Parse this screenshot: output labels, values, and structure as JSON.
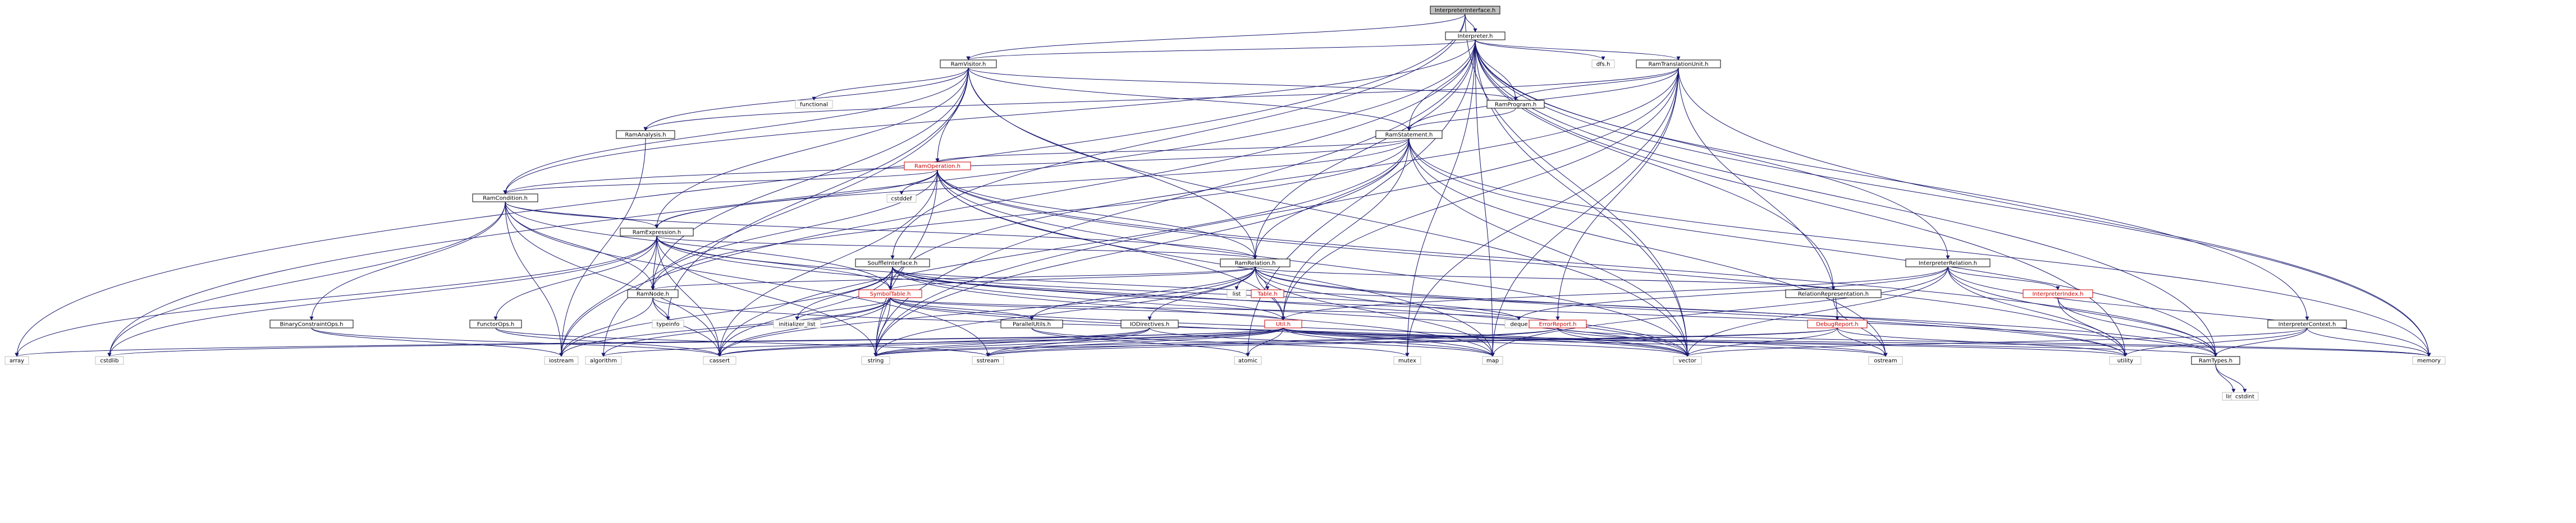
{
  "colors": {
    "edge": "#191970",
    "root_fill": "#bfbfbf",
    "node_border": "#000000",
    "system_border": "#bfbfbf",
    "red_text": "#cc0000",
    "text": "#000000"
  },
  "nodes": [
    {
      "id": "n0",
      "label": "InterpreterInterface.h",
      "kind": "root"
    },
    {
      "id": "n1",
      "label": "Interpreter.h",
      "kind": "local"
    },
    {
      "id": "n2",
      "label": "RamVisitor.h",
      "kind": "local"
    },
    {
      "id": "n3",
      "label": "RamTranslationUnit.h",
      "kind": "local"
    },
    {
      "id": "n4",
      "label": "dfs.h",
      "kind": "system"
    },
    {
      "id": "n5",
      "label": "functional",
      "kind": "system"
    },
    {
      "id": "n6",
      "label": "RamProgram.h",
      "kind": "local"
    },
    {
      "id": "n7",
      "label": "RamAnalysis.h",
      "kind": "local"
    },
    {
      "id": "n8",
      "label": "RamStatement.h",
      "kind": "local"
    },
    {
      "id": "n9",
      "label": "RamOperation.h",
      "kind": "truncated"
    },
    {
      "id": "n10",
      "label": "cstddef",
      "kind": "system"
    },
    {
      "id": "n11",
      "label": "RamCondition.h",
      "kind": "local"
    },
    {
      "id": "n12",
      "label": "RamExpression.h",
      "kind": "local"
    },
    {
      "id": "n13",
      "label": "RamRelation.h",
      "kind": "local"
    },
    {
      "id": "n14",
      "label": "SouffleInterface.h",
      "kind": "local"
    },
    {
      "id": "n15",
      "label": "InterpreterRelation.h",
      "kind": "local"
    },
    {
      "id": "n16",
      "label": "list",
      "kind": "system"
    },
    {
      "id": "n17",
      "label": "Table.h",
      "kind": "truncated"
    },
    {
      "id": "n18",
      "label": "SymbolTable.h",
      "kind": "truncated"
    },
    {
      "id": "n19",
      "label": "RamNode.h",
      "kind": "local"
    },
    {
      "id": "n20",
      "label": "typeinfo",
      "kind": "system"
    },
    {
      "id": "n21",
      "label": "BinaryConstraintOps.h",
      "kind": "local"
    },
    {
      "id": "n22",
      "label": "FunctorOps.h",
      "kind": "local"
    },
    {
      "id": "n23",
      "label": "initializer_list",
      "kind": "system"
    },
    {
      "id": "n24",
      "label": "ParallelUtils.h",
      "kind": "local"
    },
    {
      "id": "n25",
      "label": "Util.h",
      "kind": "truncated"
    },
    {
      "id": "n26",
      "label": "IODirectives.h",
      "kind": "local"
    },
    {
      "id": "n27",
      "label": "deque",
      "kind": "system"
    },
    {
      "id": "n28",
      "label": "RelationRepresentation.h",
      "kind": "local"
    },
    {
      "id": "n29",
      "label": "InterpreterIndex.h",
      "kind": "truncated"
    },
    {
      "id": "n30",
      "label": "ErrorReport.h",
      "kind": "truncated"
    },
    {
      "id": "n31",
      "label": "DebugReport.h",
      "kind": "truncated"
    },
    {
      "id": "n32",
      "label": "InterpreterContext.h",
      "kind": "local"
    },
    {
      "id": "n33",
      "label": "RamTypes.h",
      "kind": "local"
    },
    {
      "id": "n34",
      "label": "array",
      "kind": "system"
    },
    {
      "id": "n35",
      "label": "cstdlib",
      "kind": "system"
    },
    {
      "id": "n36",
      "label": "iostream",
      "kind": "system"
    },
    {
      "id": "n37",
      "label": "algorithm",
      "kind": "system"
    },
    {
      "id": "n38",
      "label": "cassert",
      "kind": "system"
    },
    {
      "id": "n39",
      "label": "string",
      "kind": "system"
    },
    {
      "id": "n40",
      "label": "sstream",
      "kind": "system"
    },
    {
      "id": "n41",
      "label": "atomic",
      "kind": "system"
    },
    {
      "id": "n42",
      "label": "mutex",
      "kind": "system"
    },
    {
      "id": "n43",
      "label": "map",
      "kind": "system"
    },
    {
      "id": "n44",
      "label": "vector",
      "kind": "system"
    },
    {
      "id": "n45",
      "label": "ostream",
      "kind": "system"
    },
    {
      "id": "n46",
      "label": "utility",
      "kind": "system"
    },
    {
      "id": "n47",
      "label": "memory",
      "kind": "system"
    },
    {
      "id": "n48",
      "label": "limits",
      "kind": "system"
    },
    {
      "id": "n49",
      "label": "cstdint",
      "kind": "system"
    }
  ],
  "edges": [
    [
      "n0",
      "n1"
    ],
    [
      "n0",
      "n2"
    ],
    [
      "n0",
      "n14"
    ],
    [
      "n0",
      "n34"
    ],
    [
      "n0",
      "n44"
    ],
    [
      "n1",
      "n2"
    ],
    [
      "n1",
      "n3"
    ],
    [
      "n1",
      "n4"
    ],
    [
      "n1",
      "n6"
    ],
    [
      "n1",
      "n8"
    ],
    [
      "n1",
      "n11"
    ],
    [
      "n1",
      "n13"
    ],
    [
      "n1",
      "n15"
    ],
    [
      "n1",
      "n28"
    ],
    [
      "n1",
      "n32"
    ],
    [
      "n1",
      "n35"
    ],
    [
      "n1",
      "n36"
    ],
    [
      "n1",
      "n39"
    ],
    [
      "n1",
      "n41"
    ],
    [
      "n1",
      "n42"
    ],
    [
      "n1",
      "n43"
    ],
    [
      "n1",
      "n44"
    ],
    [
      "n1",
      "n46"
    ],
    [
      "n1",
      "n47"
    ],
    [
      "n1",
      "n33"
    ],
    [
      "n2",
      "n5"
    ],
    [
      "n2",
      "n6"
    ],
    [
      "n2",
      "n7"
    ],
    [
      "n2",
      "n8"
    ],
    [
      "n2",
      "n9"
    ],
    [
      "n2",
      "n11"
    ],
    [
      "n2",
      "n12"
    ],
    [
      "n2",
      "n13"
    ],
    [
      "n2",
      "n19"
    ],
    [
      "n2",
      "n20"
    ],
    [
      "n2",
      "n37"
    ],
    [
      "n2",
      "n44"
    ],
    [
      "n3",
      "n6"
    ],
    [
      "n3",
      "n7"
    ],
    [
      "n3",
      "n8"
    ],
    [
      "n3",
      "n18"
    ],
    [
      "n3",
      "n25"
    ],
    [
      "n3",
      "n30"
    ],
    [
      "n3",
      "n31"
    ],
    [
      "n3",
      "n43"
    ],
    [
      "n3",
      "n47"
    ],
    [
      "n3",
      "n39"
    ],
    [
      "n3",
      "n42"
    ],
    [
      "n6",
      "n8"
    ],
    [
      "n7",
      "n36"
    ],
    [
      "n8",
      "n9"
    ],
    [
      "n8",
      "n11"
    ],
    [
      "n8",
      "n12"
    ],
    [
      "n8",
      "n13"
    ],
    [
      "n8",
      "n19"
    ],
    [
      "n8",
      "n25"
    ],
    [
      "n8",
      "n33"
    ],
    [
      "n8",
      "n39"
    ],
    [
      "n8",
      "n44"
    ],
    [
      "n8",
      "n45"
    ],
    [
      "n8",
      "n47"
    ],
    [
      "n8",
      "n38"
    ],
    [
      "n9",
      "n10"
    ],
    [
      "n9",
      "n11"
    ],
    [
      "n9",
      "n12"
    ],
    [
      "n9",
      "n13"
    ],
    [
      "n9",
      "n19"
    ],
    [
      "n9",
      "n25"
    ],
    [
      "n9",
      "n38"
    ],
    [
      "n9",
      "n39"
    ],
    [
      "n9",
      "n44"
    ],
    [
      "n9",
      "n46"
    ],
    [
      "n9",
      "n33"
    ],
    [
      "n9",
      "n43"
    ],
    [
      "n11",
      "n12"
    ],
    [
      "n11",
      "n13"
    ],
    [
      "n11",
      "n19"
    ],
    [
      "n11",
      "n21"
    ],
    [
      "n11",
      "n18"
    ],
    [
      "n11",
      "n35"
    ],
    [
      "n11",
      "n36"
    ],
    [
      "n11",
      "n38"
    ],
    [
      "n11",
      "n40"
    ],
    [
      "n12",
      "n13"
    ],
    [
      "n12",
      "n19"
    ],
    [
      "n12",
      "n22"
    ],
    [
      "n12",
      "n18"
    ],
    [
      "n12",
      "n34"
    ],
    [
      "n12",
      "n35"
    ],
    [
      "n12",
      "n36"
    ],
    [
      "n12",
      "n38"
    ],
    [
      "n12",
      "n39"
    ],
    [
      "n12",
      "n46"
    ],
    [
      "n12",
      "n44"
    ],
    [
      "n13",
      "n16"
    ],
    [
      "n13",
      "n17"
    ],
    [
      "n13",
      "n18"
    ],
    [
      "n13",
      "n19"
    ],
    [
      "n13",
      "n24"
    ],
    [
      "n13",
      "n25"
    ],
    [
      "n13",
      "n26"
    ],
    [
      "n13",
      "n28"
    ],
    [
      "n13",
      "n33"
    ],
    [
      "n13",
      "n38"
    ],
    [
      "n13",
      "n39"
    ],
    [
      "n13",
      "n43"
    ],
    [
      "n13",
      "n44"
    ],
    [
      "n13",
      "n46"
    ],
    [
      "n14",
      "n18"
    ],
    [
      "n14",
      "n23"
    ],
    [
      "n14",
      "n25"
    ],
    [
      "n14",
      "n27"
    ],
    [
      "n14",
      "n33"
    ],
    [
      "n14",
      "n36"
    ],
    [
      "n14",
      "n38"
    ],
    [
      "n14",
      "n39"
    ],
    [
      "n14",
      "n44"
    ],
    [
      "n14",
      "n43"
    ],
    [
      "n15",
      "n25"
    ],
    [
      "n15",
      "n27"
    ],
    [
      "n15",
      "n29"
    ],
    [
      "n15",
      "n33"
    ],
    [
      "n15",
      "n44"
    ],
    [
      "n15",
      "n47"
    ],
    [
      "n15",
      "n46"
    ],
    [
      "n15",
      "n43"
    ],
    [
      "n18",
      "n24"
    ],
    [
      "n18",
      "n25"
    ],
    [
      "n18",
      "n23"
    ],
    [
      "n18",
      "n27"
    ],
    [
      "n18",
      "n37"
    ],
    [
      "n18",
      "n36"
    ],
    [
      "n18",
      "n38"
    ],
    [
      "n18",
      "n39"
    ],
    [
      "n18",
      "n44"
    ],
    [
      "n18",
      "n43"
    ],
    [
      "n19",
      "n20"
    ],
    [
      "n19",
      "n36"
    ],
    [
      "n19",
      "n38"
    ],
    [
      "n19",
      "n44"
    ],
    [
      "n21",
      "n36"
    ],
    [
      "n21",
      "n38"
    ],
    [
      "n22",
      "n38"
    ],
    [
      "n22",
      "n40"
    ],
    [
      "n24",
      "n41"
    ],
    [
      "n24",
      "n42"
    ],
    [
      "n25",
      "n34"
    ],
    [
      "n25",
      "n35"
    ],
    [
      "n25",
      "n37"
    ],
    [
      "n25",
      "n38"
    ],
    [
      "n25",
      "n39"
    ],
    [
      "n25",
      "n40"
    ],
    [
      "n25",
      "n41"
    ],
    [
      "n25",
      "n43"
    ],
    [
      "n25",
      "n44"
    ],
    [
      "n25",
      "n45"
    ],
    [
      "n25",
      "n46"
    ],
    [
      "n25",
      "n47"
    ],
    [
      "n25",
      "n33"
    ],
    [
      "n26",
      "n38"
    ],
    [
      "n26",
      "n39"
    ],
    [
      "n26",
      "n40"
    ],
    [
      "n26",
      "n43"
    ],
    [
      "n28",
      "n45"
    ],
    [
      "n29",
      "n33"
    ],
    [
      "n29",
      "n46"
    ],
    [
      "n30",
      "n39"
    ],
    [
      "n30",
      "n40"
    ],
    [
      "n30",
      "n44"
    ],
    [
      "n30",
      "n45"
    ],
    [
      "n30",
      "n47"
    ],
    [
      "n31",
      "n39"
    ],
    [
      "n31",
      "n40"
    ],
    [
      "n31",
      "n44"
    ],
    [
      "n31",
      "n45"
    ],
    [
      "n31",
      "n46"
    ],
    [
      "n32",
      "n33"
    ],
    [
      "n32",
      "n44"
    ],
    [
      "n32",
      "n47"
    ],
    [
      "n32",
      "n46"
    ],
    [
      "n33",
      "n48"
    ],
    [
      "n33",
      "n49"
    ]
  ]
}
